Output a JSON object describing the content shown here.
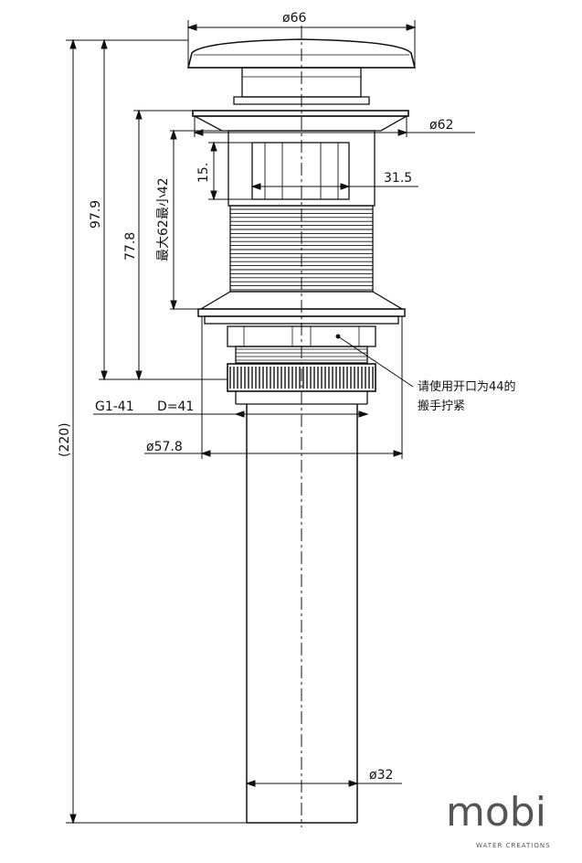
{
  "dimensions": {
    "top_dia": "ø66",
    "flange_dia": "ø62",
    "slot_height": "15.",
    "slot_width": "31.5",
    "range_label": "最大62最小42",
    "height_97": "97.9",
    "height_77": "77.8",
    "overall_height": "(220)",
    "thread": "G1-41",
    "d_value": "D=41",
    "nut_dia": "ø57.8",
    "tail_dia": "ø32"
  },
  "note": {
    "line1": "请使用开口为44的",
    "line2": "搬手拧紧"
  },
  "logo": {
    "wordmark": "mobi",
    "tagline": "WATER CREATIONS"
  }
}
